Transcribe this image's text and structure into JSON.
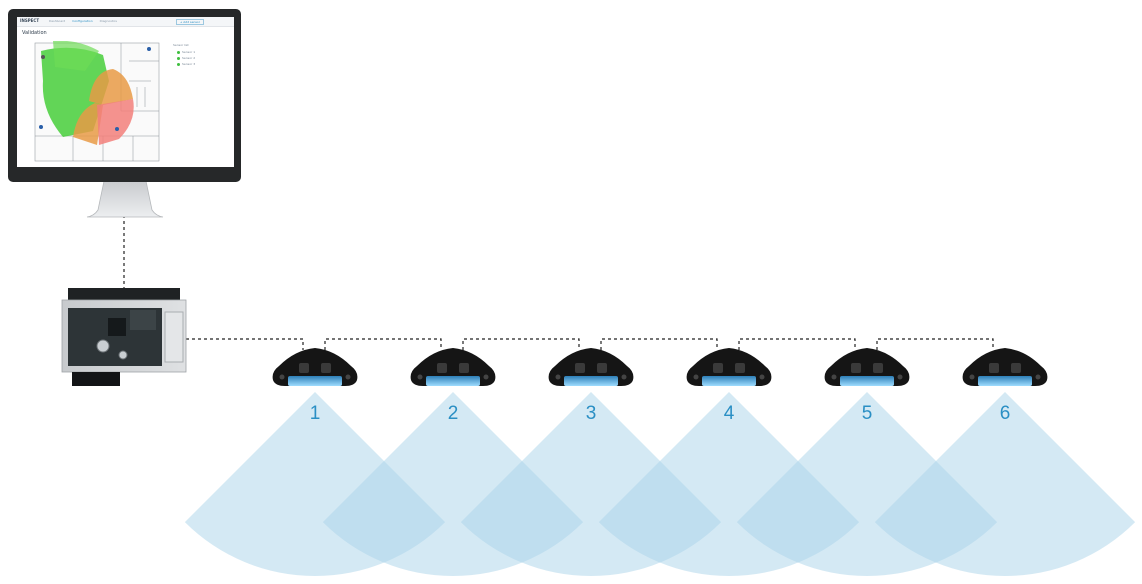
{
  "monitor_screen": {
    "brand": "INSPECT",
    "tabs": [
      "Dashboard",
      "Configuration",
      "Diagnostics"
    ],
    "active_tab": "Configuration",
    "action_button": "+ Add sensor",
    "page_title": "Validation",
    "side_panel_title": "Sensor list",
    "side_rows": [
      "Sensor 1",
      "Sensor 2",
      "Sensor 3"
    ]
  },
  "sensors": [
    {
      "number": "1"
    },
    {
      "number": "2"
    },
    {
      "number": "3"
    },
    {
      "number": "4"
    },
    {
      "number": "5"
    },
    {
      "number": "6"
    }
  ],
  "colors": {
    "coverage_fill": "#a9d4ea",
    "sensor_number": "#2a8fc4",
    "sensor_body": "#151515",
    "sensor_light": "#49b3ea",
    "link_line": "#222222",
    "heat_green": "#3ccc2e",
    "heat_orange": "#e79a45",
    "heat_red": "#f27f7a"
  },
  "icons": {
    "monitor": "desktop-monitor-icon",
    "controller": "control-unit-icon",
    "sensor": "radar-sensor-icon"
  }
}
